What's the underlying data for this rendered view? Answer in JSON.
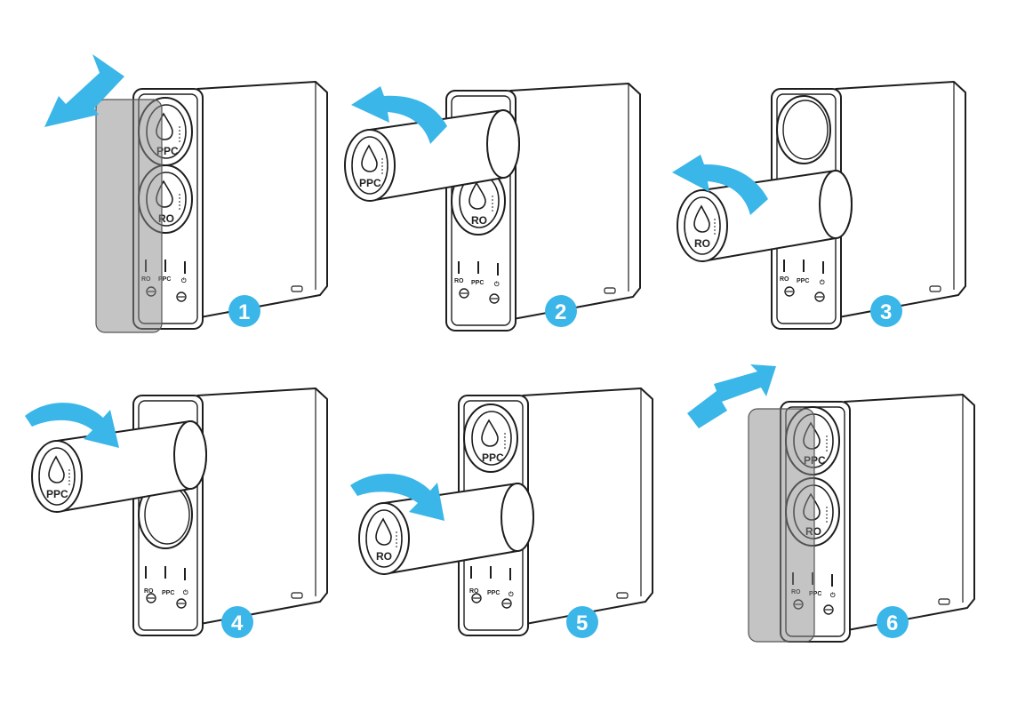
{
  "colors": {
    "accent": "#3bb6e8",
    "outline": "#1e1e1e",
    "shade": "#8a8a8a",
    "fill": "#ffffff"
  },
  "icons": {
    "arrow": "cyan-arrow-icon",
    "drop": "water-drop-icon",
    "power": "power-icon"
  },
  "labels": {
    "ro": "RO",
    "ppc": "PPC"
  },
  "panel_labels": [
    "RO",
    "PPC"
  ],
  "steps": [
    {
      "number": "1",
      "arrow": "straight-out",
      "cover": "removed",
      "ppc": "installed",
      "ro": "installed"
    },
    {
      "number": "2",
      "arrow": "curved-out",
      "cover": "none",
      "ppc": "pulled-out",
      "ro": "installed"
    },
    {
      "number": "3",
      "arrow": "curved-out",
      "cover": "none",
      "ppc": "empty",
      "ro": "pulled-out"
    },
    {
      "number": "4",
      "arrow": "curved-in",
      "cover": "none",
      "ppc": "inserting",
      "ro": "empty"
    },
    {
      "number": "5",
      "arrow": "curved-in",
      "cover": "none",
      "ppc": "installed",
      "ro": "inserting"
    },
    {
      "number": "6",
      "arrow": "straight-in",
      "cover": "attaching",
      "ppc": "installed",
      "ro": "installed"
    }
  ]
}
